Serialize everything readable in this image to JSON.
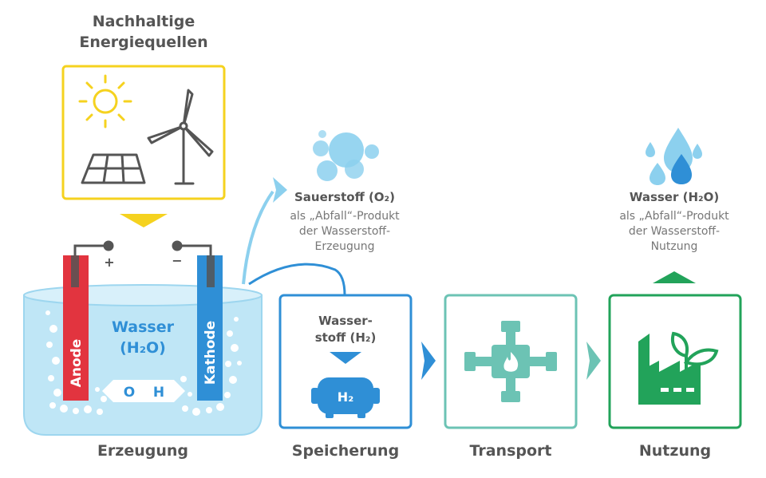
{
  "colors": {
    "yellow": "#f5d21f",
    "lightblue": "#8cd0ee",
    "blue": "#2f8fd6",
    "teal": "#6cc3b4",
    "green": "#22a35a",
    "red": "#e2343f",
    "grey": "#555555",
    "water": "#bfe6f6"
  },
  "energy": {
    "title_line1": "Nachhaltige",
    "title_line2": "Energiequellen",
    "icons": [
      "sun-icon",
      "solar-panel-icon",
      "wind-turbine-icon"
    ]
  },
  "oxygen": {
    "label": "Sauerstoff (O₂)",
    "desc_line1": "als „Abfall“-Produkt",
    "desc_line2": "der Wasserstoff-",
    "desc_line3": "Erzeugung"
  },
  "water_output": {
    "label": "Wasser (H₂O)",
    "desc_line1": "als „Abfall“-Produkt",
    "desc_line2": "der Wasserstoff-",
    "desc_line3": "Nutzung"
  },
  "electrolysis": {
    "anode": "Anode",
    "kathode": "Kathode",
    "plus": "+",
    "minus": "−",
    "water_line1": "Wasser",
    "water_line2": "(H₂O)",
    "ion_o": "O",
    "ion_h": "H"
  },
  "storage": {
    "label_line1": "Wasser-",
    "label_line2": "stoff (H₂)",
    "tank_label": "H₂"
  },
  "stages": {
    "erzeugung": "Erzeugung",
    "speicherung": "Speicherung",
    "transport": "Transport",
    "nutzung": "Nutzung"
  }
}
